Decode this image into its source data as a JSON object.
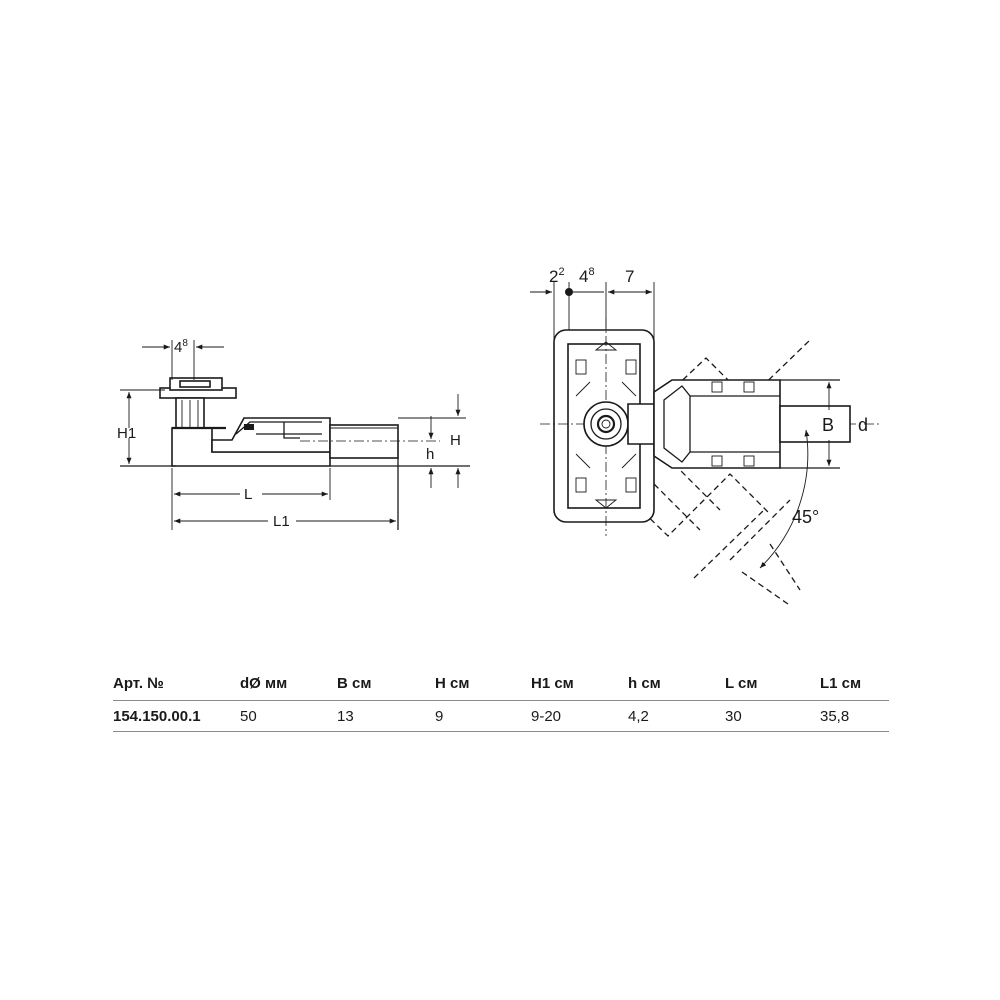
{
  "side_view": {
    "dim_top": "4",
    "dim_top_sup": "8",
    "label_H1": "H1",
    "label_H": "H",
    "label_h": "h",
    "label_L": "L",
    "label_L1": "L1"
  },
  "top_view": {
    "dim_a": "2",
    "dim_a_sup": "2",
    "dim_b": "4",
    "dim_b_sup": "8",
    "dim_c": "7",
    "label_B": "B",
    "label_d": "d",
    "label_angle": "45°"
  },
  "table": {
    "headers": [
      "Арт. №",
      "dØ мм",
      "B см",
      "H см",
      "H1 см",
      "h см",
      "L см",
      "L1 см"
    ],
    "rows": [
      [
        "154.150.00.1",
        "50",
        "13",
        "9",
        "9-20",
        "4,2",
        "30",
        "35,8"
      ]
    ]
  }
}
